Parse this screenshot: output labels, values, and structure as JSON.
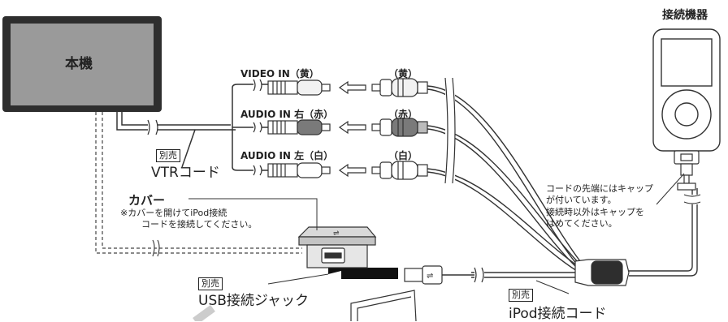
{
  "main_unit": {
    "label": "本機"
  },
  "device": {
    "title": "接続機器"
  },
  "connectors": [
    {
      "label": "VIDEO IN（黄）",
      "plug_label": "（黄）"
    },
    {
      "label": "AUDIO IN 右（赤）",
      "plug_label": "（赤）"
    },
    {
      "label": "AUDIO IN 左（白）",
      "plug_label": "（白）"
    }
  ],
  "vtr_cord": {
    "tag": "別売",
    "label": "VTRコード"
  },
  "cover": {
    "label": "カバー",
    "note_line1": "※カバーを開けてiPod接続",
    "note_line2": "コードを接続してください。"
  },
  "usb_jack": {
    "tag": "別売",
    "label": "USB接続ジャック"
  },
  "ipod_cord": {
    "tag": "別売",
    "label": "iPod接続コード"
  },
  "cap_note": {
    "line1": "コードの先端にはキャップ",
    "line2": "が付いています。",
    "line3": "接続時以外はキャップを",
    "line4": "はめてください。"
  },
  "colors": {
    "screen": "#9a9a9a",
    "frame": "#333333",
    "yellow_plug": "#f2f2f2",
    "red_plug": "#7a7a7a",
    "white_plug": "#ffffff",
    "usb_body": "#d9d9d9"
  }
}
